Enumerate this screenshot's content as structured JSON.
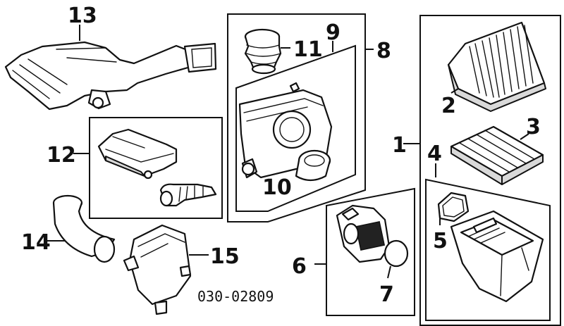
{
  "callouts": {
    "c1": "1",
    "c2": "2",
    "c3": "3",
    "c4": "4",
    "c5": "5",
    "c6": "6",
    "c7": "7",
    "c8": "8",
    "c9": "9",
    "c10": "10",
    "c11": "11",
    "c12": "12",
    "c13": "13",
    "c14": "14",
    "c15": "15"
  },
  "catalog_number": "030-02809",
  "icons": {
    "p1": "air-cleaner-assembly-icon",
    "p2": "air-filter-element-icon",
    "p3": "cabin-filter-icon",
    "p4": "lower-housing-icon",
    "p5": "housing-seal-icon",
    "p6": "mass-airflow-sensor-icon",
    "p7": "sensor-seal-icon",
    "p8": "upper-housing-assembly-icon",
    "p10": "outlet-duct-icon",
    "p11": "intake-bellows-icon",
    "p12": "resonator-icon",
    "p13": "inlet-duct-icon",
    "p14": "intake-hose-icon",
    "p15": "resonator-box-icon"
  }
}
